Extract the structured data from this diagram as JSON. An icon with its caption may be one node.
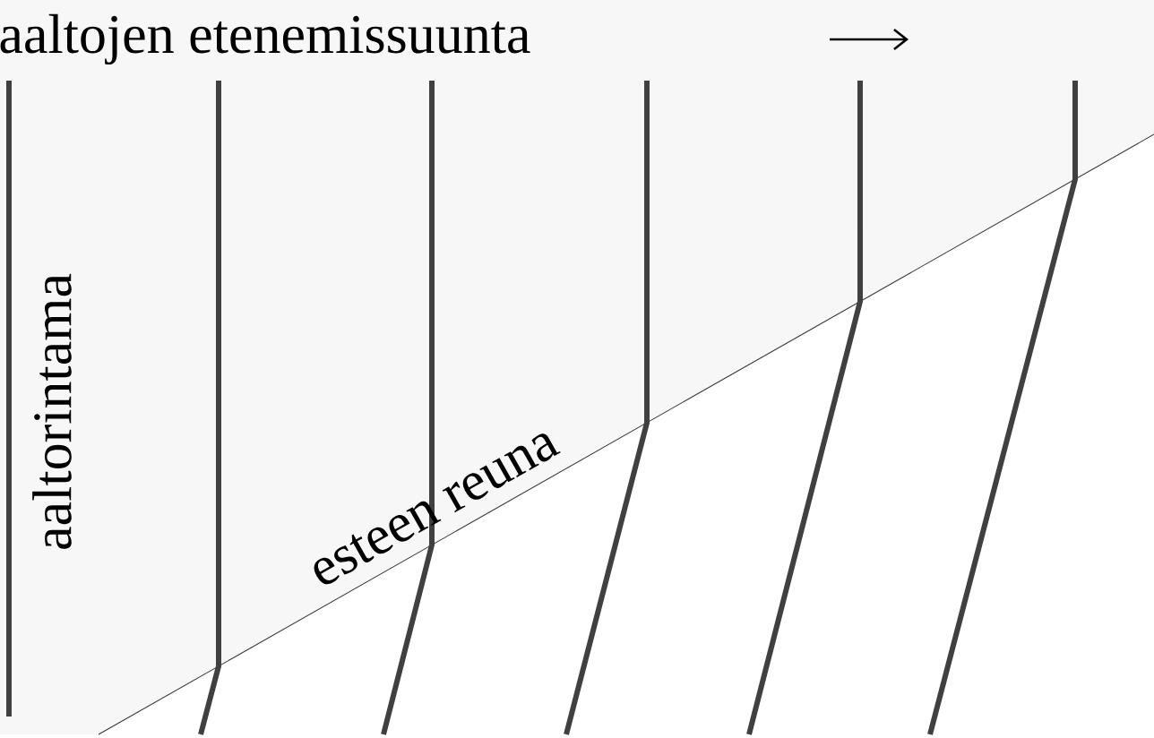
{
  "diagram": {
    "labels": [
      "aaltojen etenemissuunta",
      "aaltorintama",
      "esteen reuna"
    ]
  }
}
